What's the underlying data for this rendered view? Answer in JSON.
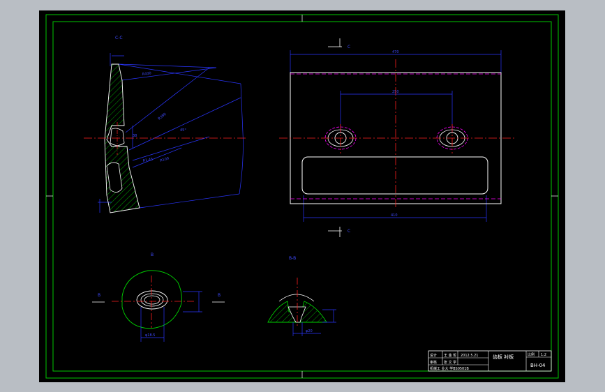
{
  "sheet": {
    "background": "#000000",
    "frame_color": "#00c800",
    "outline_color": "#ffffff",
    "dimension_color": "#2a36ff",
    "centerline_color": "#ff2020",
    "hidden_color": "#ff00ff",
    "hatch_color": "#00d000"
  },
  "views": {
    "section_c_label": "C-C",
    "arrow_c_top": "C",
    "arrow_c_bottom": "C",
    "view_b_label": "B",
    "section_b_left": "B",
    "section_b_right": "B",
    "section_bb_label": "B-B"
  },
  "dimensions": {
    "top_width": "470",
    "hole_spacing": "250",
    "bottom_width": "410",
    "bore_dia": "φ18.5",
    "slot_width": "φ20"
  },
  "title_block": {
    "designer_role": "设计",
    "designer_name": "王 金 哲",
    "date": "2012.5.21",
    "checker_role": "审核",
    "checker_name": "张 文 学",
    "school": "机械工 业大  学BS0501B",
    "part_name": "齿板  衬板",
    "scale_label": "比例",
    "scale_value": "1:2",
    "drawing_no": "BH-04"
  }
}
